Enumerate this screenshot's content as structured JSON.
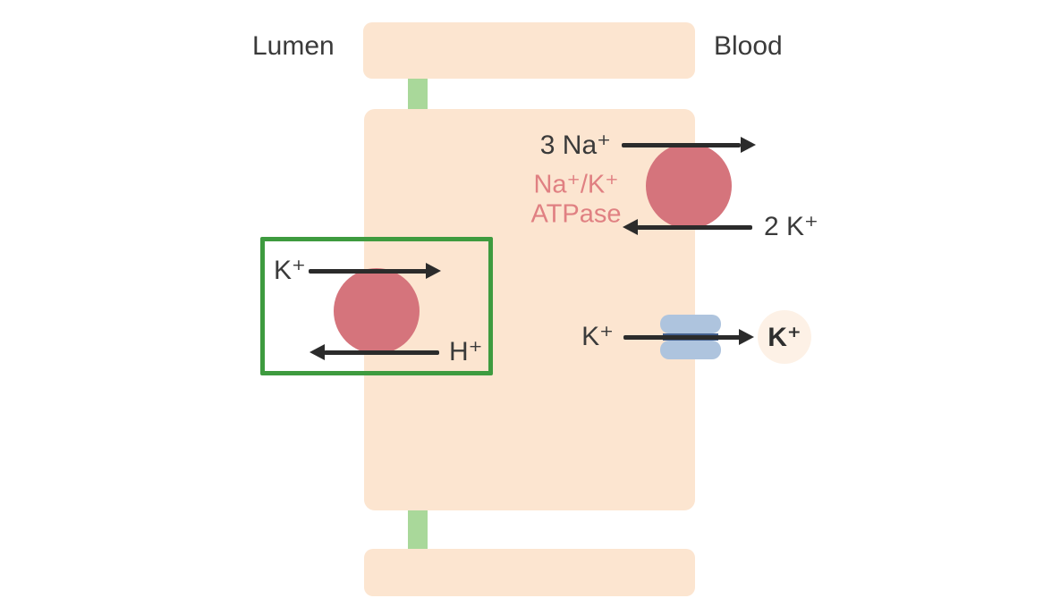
{
  "regions": {
    "lumen_label": "Lumen",
    "blood_label": "Blood"
  },
  "nak_pump": {
    "sodium_label": "3 Na⁺",
    "potassium_label": "2 K⁺",
    "enzyme_line1": "Na⁺/K⁺",
    "enzyme_line2": "ATPase"
  },
  "hk_pump": {
    "potassium_label": "K⁺",
    "hydrogen_label": "H⁺"
  },
  "k_channel": {
    "cytosol_label": "K⁺",
    "secreted_label": "K⁺"
  },
  "colors": {
    "cell_fill": "#fce5d0",
    "junction_green": "#a9d89a",
    "highlight_green": "#3e9b3f",
    "pump_red": "#d5747c",
    "enzyme_salmon": "#e08082",
    "channel_blue": "#aec4de",
    "channel_dark": "#44618f",
    "secreted_circle": "#fdf1e6",
    "arrow_black": "#2b2b2b",
    "text_dark": "#3a3a3a"
  }
}
